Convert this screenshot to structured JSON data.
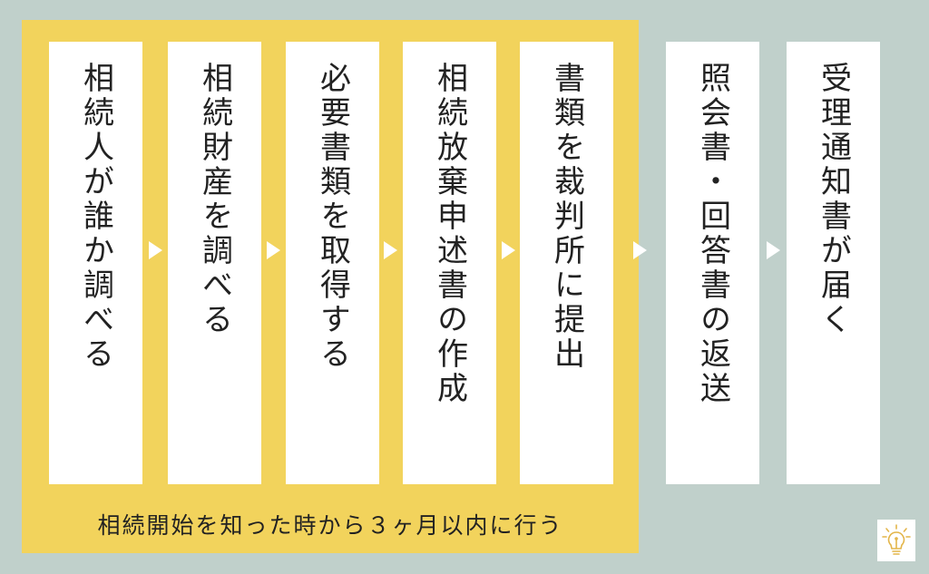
{
  "steps": [
    {
      "text": "相続人が誰か調べる"
    },
    {
      "text": "相続財産を調べる"
    },
    {
      "text": "必要書類を取得する"
    },
    {
      "text": "相続放棄申述書の作成"
    },
    {
      "text": "書類を裁判所に提出"
    },
    {
      "text": "照会書・回答書の返送"
    },
    {
      "text": "受理通知書が届く"
    }
  ],
  "deadline_note": "相続開始を知った時から３ヶ月以内に行う",
  "colors": {
    "background": "#c0d0cb",
    "highlight_panel": "#f2d35c",
    "step_box": "#ffffff",
    "text": "#222222",
    "logo_accent": "#e3b54a"
  },
  "logo_icon": "lightbulb-icon"
}
